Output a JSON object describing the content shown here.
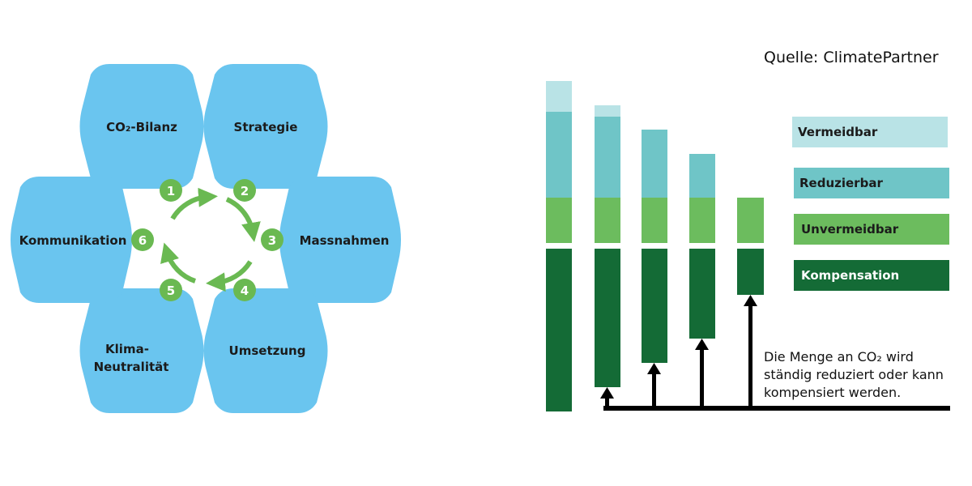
{
  "source": "Quelle: ClimatePartner",
  "cycle": {
    "steps": [
      {
        "number": "1",
        "label": "CO₂-Bilanz"
      },
      {
        "number": "2",
        "label": "Strategie"
      },
      {
        "number": "3",
        "label": "Massnahmen"
      },
      {
        "number": "4",
        "label": "Umsetzung"
      },
      {
        "number": "5",
        "label_line1": "Klima-",
        "label_line2": "Neutralität"
      },
      {
        "number": "6",
        "label": "Kommunikation"
      }
    ],
    "hex_color": "#6ac5ef",
    "step_color": "#6ab952"
  },
  "legend": [
    {
      "label": "Vermeidbar",
      "color": "#b9e3e6",
      "text_color": "#1b1b1b"
    },
    {
      "label": "Reduzierbar",
      "color": "#6fc5c7",
      "text_color": "#1b1b1b"
    },
    {
      "label": "Unvermeidbar",
      "color": "#6cbc5e",
      "text_color": "#1b1b1b"
    },
    {
      "label": "Kompensation",
      "color": "#146b36",
      "text_color": "#ffffff"
    }
  ],
  "note": {
    "line1": "Die Menge an CO₂ wird",
    "line2": "ständig reduziert oder kann",
    "line3": "kompensiert werden."
  }
}
